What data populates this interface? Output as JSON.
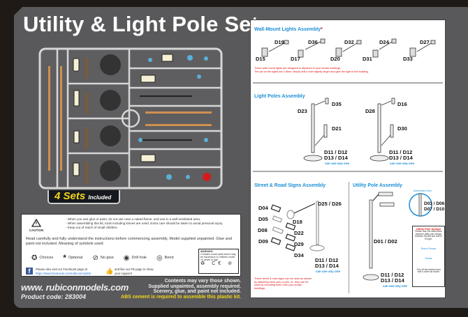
{
  "title": "Utility & Light Pole Set",
  "sets_badge": {
    "count": "4 Sets",
    "suffix": "Included"
  },
  "caution": {
    "label": "CAUTION",
    "lines": [
      "- When you use glue or paint, do not use near a naked flame, and use in a well-ventilated area.",
      "- When assembling this kit, tools including knives are used.  Extra care should be taken to avoid personal injury.",
      "- Keep out of reach of small children."
    ],
    "instructions": "Read carefully and fully understand the instructions before commencing assembly.  Model supplied unpainted.  Glue and paint not included.  Meaning of symbols used:",
    "symbols": [
      {
        "icon": "choices-icon",
        "label": "Choices"
      },
      {
        "icon": "asterisk-icon",
        "label": "Optional"
      },
      {
        "icon": "no-glue-icon",
        "label": "No glue"
      },
      {
        "icon": "drill-icon",
        "label": "Drill hole"
      },
      {
        "icon": "bend-icon",
        "label": "Bend"
      }
    ],
    "warning": {
      "title": "WARNING:",
      "text": "Contains small parts which may be hazardous to children under 14 years of age."
    },
    "facebook": {
      "text": "Please also visit our Facebook page at",
      "link": "https://www.facebook.com/rubiconmodels",
      "like": "and like our FB page to show your support!"
    }
  },
  "footer": {
    "url": "www. rubiconmodels.com",
    "product_code": "Product code: 283004",
    "notes": [
      "Contents may vary those shown.",
      "Supplied unpainted, assembly required.",
      "Scenery, glue, and paint not included."
    ],
    "abs_note": "ABS cement is required to assemble this plastic kit."
  },
  "instructions": {
    "wall": {
      "title": "Wall-Mount Lights Assembly",
      "star": "*",
      "parts": [
        "D19",
        "D15",
        "D36",
        "D17",
        "D32",
        "D20",
        "D24",
        "D31",
        "D27",
        "D33"
      ],
      "note1": "These wall-mount lights are designed to attached to your terrain buildings.",
      "note2": "The pin on the lights are 1.8mm, simply drill a hole slightly larger and glue the light to the building."
    },
    "poles": {
      "title": "Light Poles Assembly",
      "parts": [
        "D35",
        "D23",
        "D21",
        "D16",
        "D28",
        "D30"
      ],
      "base": "D11 / D12",
      "base2": "D13 / D14",
      "any": "can use any one"
    },
    "signs": {
      "title": "Street & Road Signs Assembly",
      "parts": [
        "D04",
        "D05",
        "D08",
        "D09",
        "D18",
        "D22",
        "D29",
        "D34"
      ],
      "pole": "D25 / D26",
      "base": "D11 / D12",
      "base2": "D13 / D14",
      "any": "can use any one",
      "note": "These street & road signs can be used as shown by attaching them onto a pole -or- they can be used by mounting them onto your terrain buildings."
    },
    "utility": {
      "title": "Utility Pole Assembly",
      "arms": "D03 / D06",
      "arms2": "D07 / D10",
      "pole": "D01 / D02",
      "base": "D11 / D12",
      "base2": "D13 / D14",
      "any": "can use any one",
      "assembled": "Assembled View",
      "design": {
        "title": "Utility Pole Design",
        "text": "Please note the differences between utility pole design between Russia and rest of Europe.",
        "europe": "Rest of Europe",
        "russia": "Russia",
        "cut": "Trim off the shaded area with a cutter as shown"
      }
    }
  },
  "colors": {
    "panel": "#59595b",
    "accent_blue": "#1a8ed6",
    "accent_yellow": "#f3d51a",
    "red": "#dd1111"
  }
}
